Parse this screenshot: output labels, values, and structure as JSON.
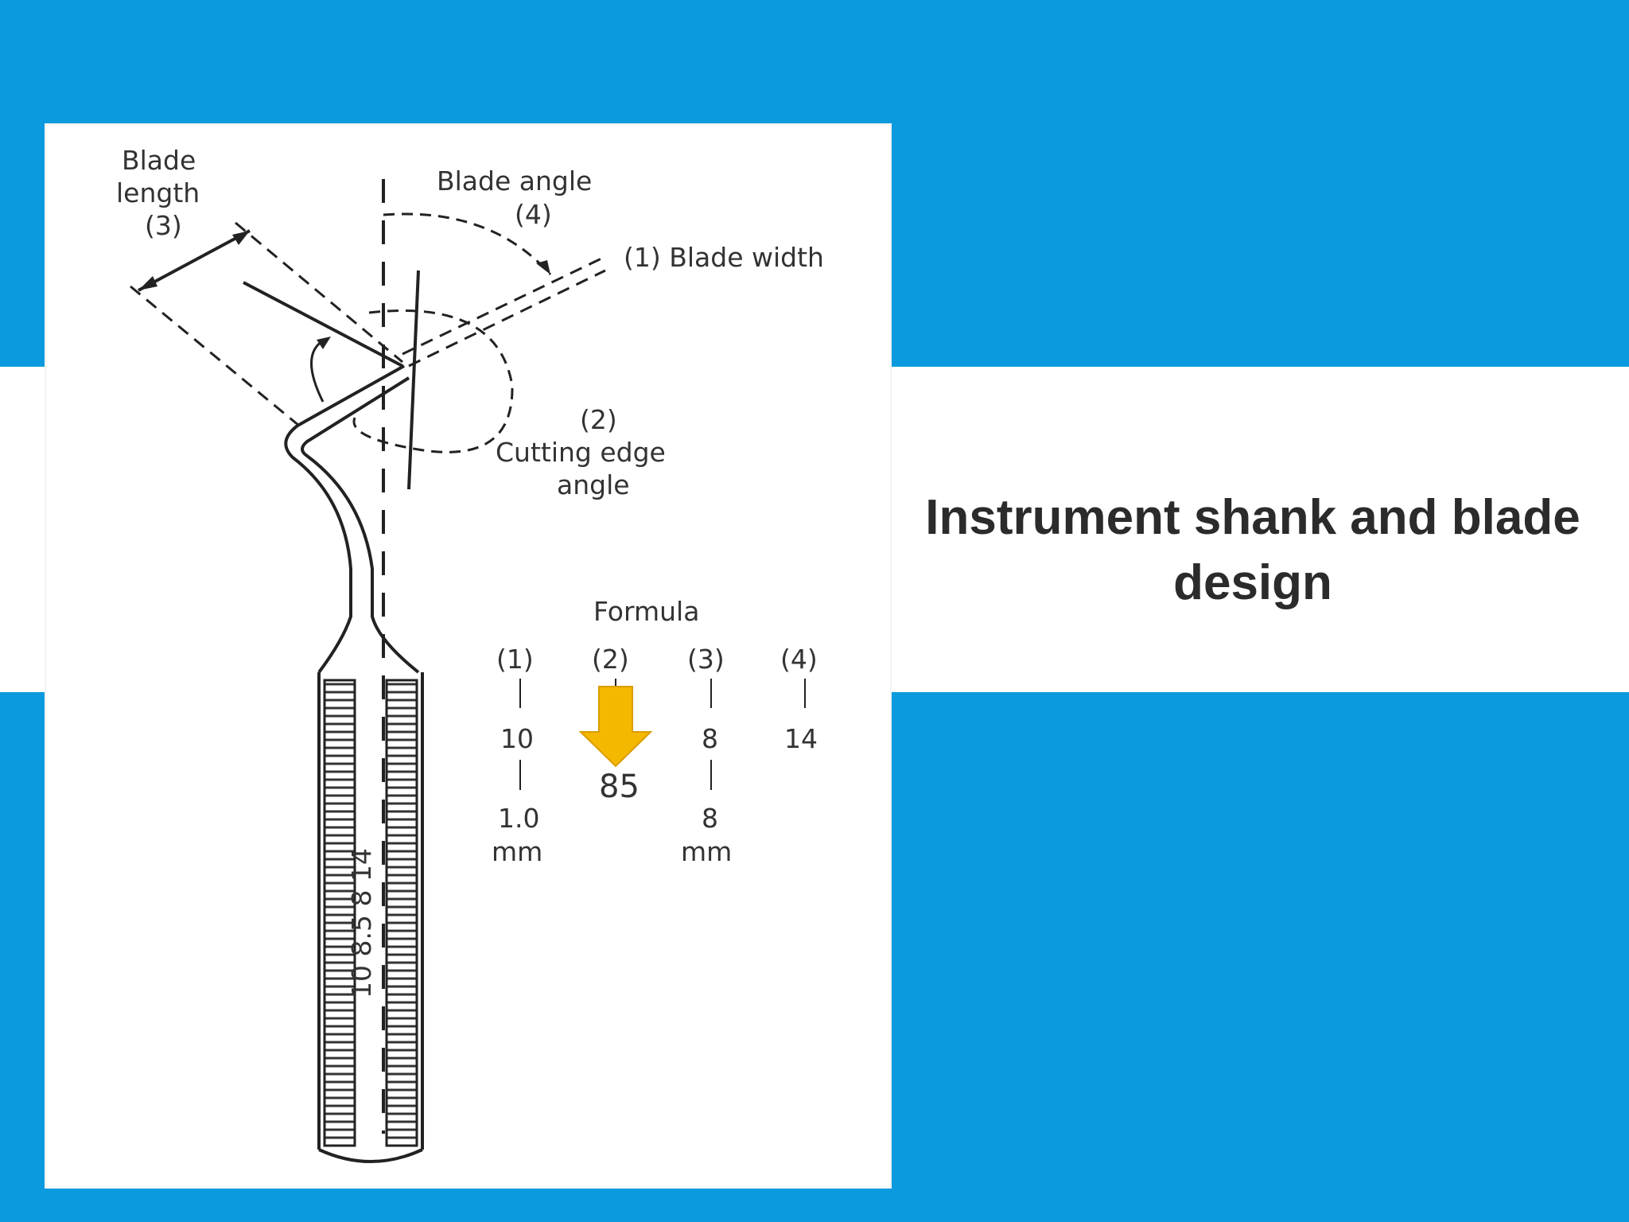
{
  "slide": {
    "title": "Instrument shank and blade design",
    "colors": {
      "background": "#0b9ade",
      "band": "#ffffff",
      "title": "#2b2b2b",
      "arrow": "#f5b800"
    }
  },
  "diagram": {
    "labels": {
      "blade_length_l1": "Blade",
      "blade_length_l2": "length",
      "blade_length_l3": "(3)",
      "blade_angle_l1": "Blade angle",
      "blade_angle_l2": "(4)",
      "blade_width": "(1) Blade width",
      "cutting_edge_l1": "(2)",
      "cutting_edge_l2": "Cutting edge",
      "cutting_edge_l3": "angle"
    },
    "formula": {
      "title": "Formula",
      "columns": [
        {
          "header": "(1)",
          "value": "10",
          "unit_value": "1.0",
          "unit": "mm"
        },
        {
          "header": "(2)",
          "value": "85",
          "unit_value": "",
          "unit": ""
        },
        {
          "header": "(3)",
          "value": "8",
          "unit_value": "8",
          "unit": "mm"
        },
        {
          "header": "(4)",
          "value": "14",
          "unit_value": "",
          "unit": ""
        }
      ]
    },
    "handle_marking": "10 8.5 8 14",
    "annotation": {
      "value": "85",
      "icon": "arrow-down-icon"
    }
  }
}
